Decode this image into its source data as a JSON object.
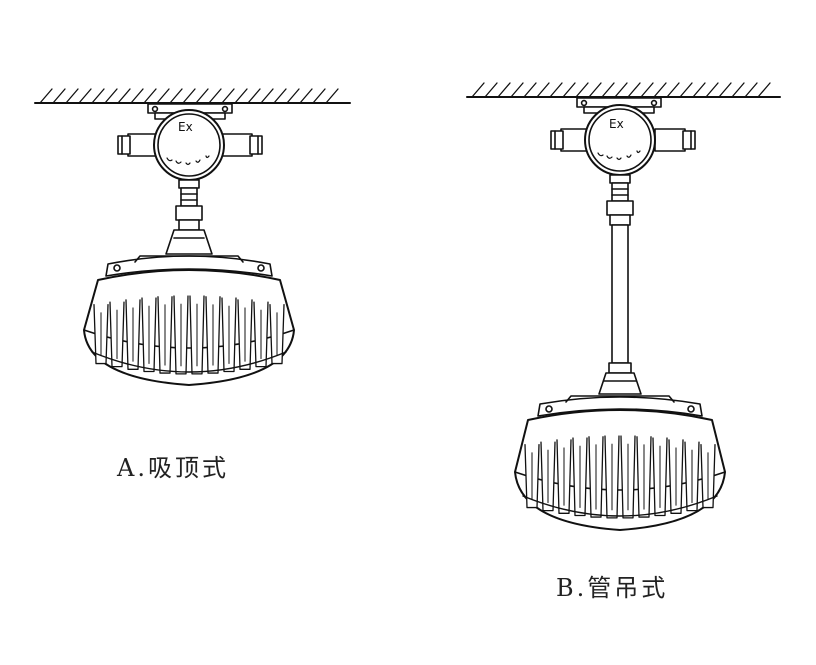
{
  "diagram": {
    "lamp_a": {
      "caption": "A.吸顶式",
      "box_label": "Ex"
    },
    "lamp_b": {
      "caption": "B.管吊式",
      "box_label": "Ex"
    }
  },
  "colors": {
    "line": "#111111",
    "background": "#ffffff"
  }
}
